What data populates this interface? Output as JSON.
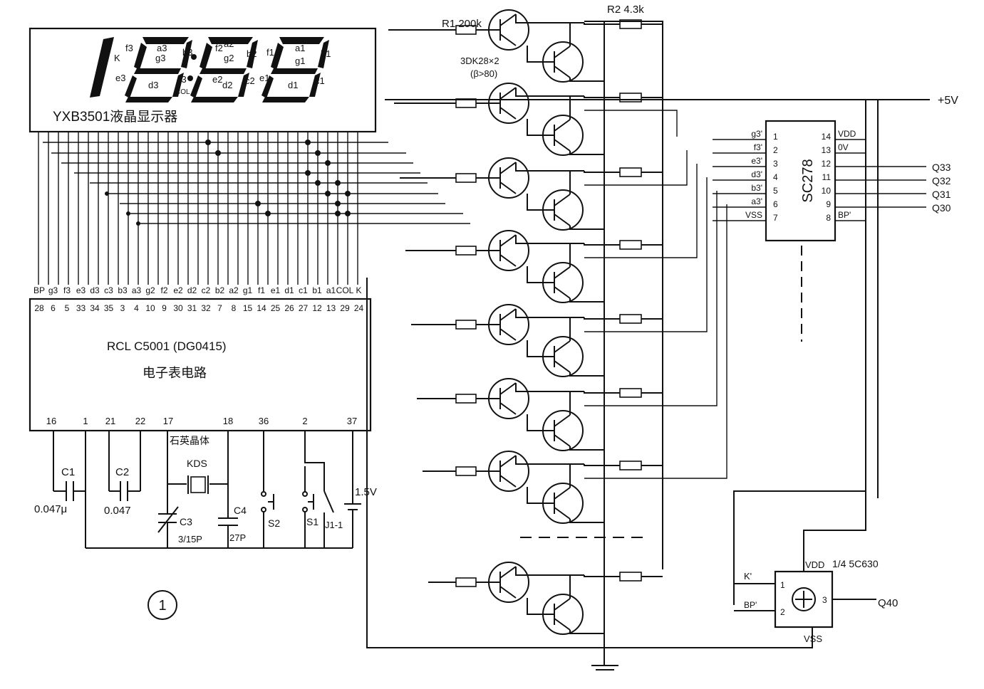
{
  "display": {
    "label": "YXB3501液晶显示器",
    "glyphs": [
      "K",
      "f3",
      "a3",
      "g3",
      "b3",
      "e3",
      "d3",
      "c3",
      "COL",
      "f2",
      "a2",
      "g2",
      "b2",
      "e2",
      "d2",
      "c2",
      "f1",
      "a1",
      "g1",
      "b1",
      "e1",
      "d1",
      "c1"
    ]
  },
  "ic_main": {
    "name": "RCL  C5001 (DG0415)",
    "subtitle": "电子表电路",
    "top_pins": [
      {
        "label": "BP",
        "num": "28"
      },
      {
        "label": "g3",
        "num": "6"
      },
      {
        "label": "f3",
        "num": "5"
      },
      {
        "label": "e3",
        "num": "33"
      },
      {
        "label": "d3",
        "num": "34"
      },
      {
        "label": "c3",
        "num": "35"
      },
      {
        "label": "b3",
        "num": "3"
      },
      {
        "label": "a3",
        "num": "4"
      },
      {
        "label": "g2",
        "num": "10"
      },
      {
        "label": "f2",
        "num": "9"
      },
      {
        "label": "e2",
        "num": "30"
      },
      {
        "label": "d2",
        "num": "31"
      },
      {
        "label": "c2",
        "num": "32"
      },
      {
        "label": "b2",
        "num": "7"
      },
      {
        "label": "a2",
        "num": "8"
      },
      {
        "label": "g1",
        "num": "15"
      },
      {
        "label": "f1",
        "num": "14"
      },
      {
        "label": "e1",
        "num": "25"
      },
      {
        "label": "d1",
        "num": "26"
      },
      {
        "label": "c1",
        "num": "27"
      },
      {
        "label": "b1",
        "num": "12"
      },
      {
        "label": "a1",
        "num": "13"
      },
      {
        "label": "COL",
        "num": "29"
      },
      {
        "label": "K",
        "num": "24"
      }
    ],
    "bottom_pins": [
      "16",
      "1",
      "21",
      "22",
      "17",
      "18",
      "36",
      "2",
      "37"
    ]
  },
  "components": {
    "c1_name": "C1",
    "c1_value": "0.047μ",
    "c2_name": "C2",
    "c2_value": "0.047",
    "crystal_label": "石英晶体",
    "crystal_name": "KDS",
    "c3_name": "C3",
    "c3_value": "3/15P",
    "c4_name": "C4",
    "c4_value": "27P",
    "s2": "S2",
    "s1": "S1",
    "j": "J1-1",
    "battery": "1.5V"
  },
  "transistors": {
    "r1": "R1 200k",
    "r2": "R2 4.3k",
    "type": "3DK28×2",
    "beta": "(β>80)"
  },
  "ic_sc": {
    "name": "SC278",
    "left_pins": [
      {
        "num": "1",
        "label": "g3'"
      },
      {
        "num": "2",
        "label": "f3'"
      },
      {
        "num": "3",
        "label": "e3'"
      },
      {
        "num": "4",
        "label": "d3'"
      },
      {
        "num": "5",
        "label": "b3'"
      },
      {
        "num": "6",
        "label": "a3'"
      },
      {
        "num": "7",
        "label": "VSS"
      }
    ],
    "right_pins": [
      {
        "num": "14",
        "label": "VDD"
      },
      {
        "num": "13",
        "label": "0V"
      },
      {
        "num": "12",
        "label": ""
      },
      {
        "num": "11",
        "label": ""
      },
      {
        "num": "10",
        "label": ""
      },
      {
        "num": "9",
        "label": ""
      },
      {
        "num": "8",
        "label": "BP'"
      }
    ],
    "outputs": [
      "Q33",
      "Q32",
      "Q31",
      "Q30"
    ]
  },
  "ic_5c": {
    "name": "1/4 5C630",
    "vdd": "VDD",
    "vss": "VSS",
    "pin1": "1",
    "pin2": "2",
    "pin3": "3",
    "in1": "K'",
    "in2": "BP'",
    "output": "Q40"
  },
  "supply": "+5V",
  "figure_number": "1"
}
